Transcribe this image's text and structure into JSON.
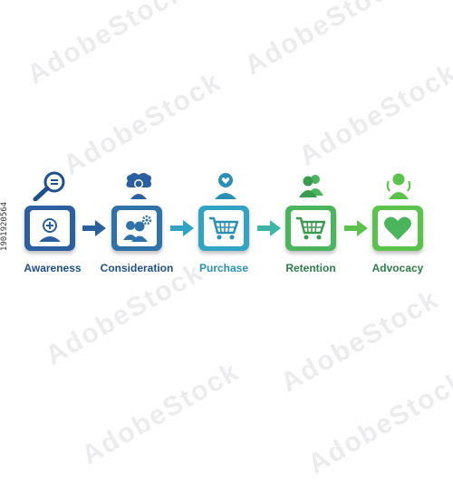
{
  "steps": [
    {
      "label": "Awareness",
      "color": "#1e4f8f",
      "box_color": "#2c5fa0",
      "top_icon": "magnifier-icon",
      "box_icon": "person-plus-icon"
    },
    {
      "label": "Consideration",
      "color": "#1e4f8f",
      "box_color": "#2f72a9",
      "top_icon": "thinking-person-icon",
      "box_icon": "group-gear-icon"
    },
    {
      "label": "Purchase",
      "color": "#2a8fb5",
      "box_color": "#32a3c4",
      "top_icon": "heart-person-icon",
      "box_icon": "shopping-cart-icon"
    },
    {
      "label": "Retention",
      "color": "#2e7d4a",
      "box_color": "#4bb55e",
      "top_icon": "two-persons-icon",
      "box_icon": "shopping-cart-icon"
    },
    {
      "label": "Advocacy",
      "color": "#2e7d4a",
      "box_color": "#5cc24e",
      "top_icon": "sharing-person-icon",
      "box_icon": "heart-icon"
    }
  ],
  "arrows": [
    {
      "color": "#2c5fa0"
    },
    {
      "color": "#32a3c4"
    },
    {
      "color": "#3db6a8"
    },
    {
      "color": "#5cc24e"
    }
  ],
  "stock_id": "1901920564"
}
